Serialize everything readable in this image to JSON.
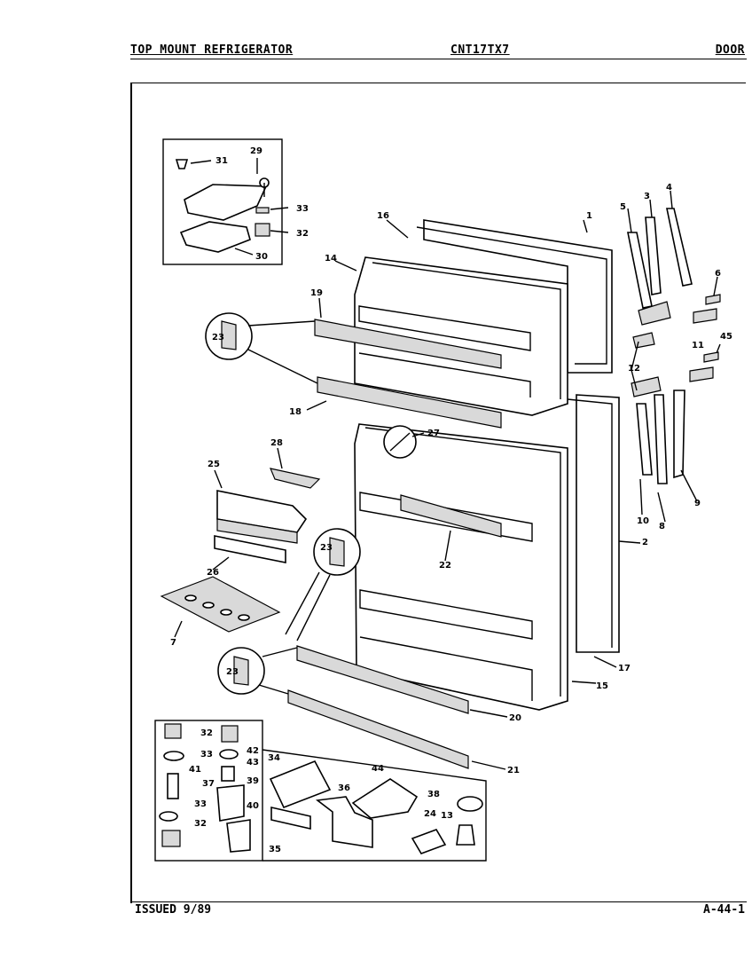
{
  "header": {
    "left": "TOP MOUNT REFRIGERATOR",
    "center": "CNT17TX7",
    "right": "DOOR"
  },
  "footer": {
    "left": "ISSUED 9/89",
    "right": "A-44-1"
  },
  "callouts": {
    "c1": "1",
    "c2": "2",
    "c3": "3",
    "c4": "4",
    "c5": "5",
    "c6": "6",
    "c7": "7",
    "c8": "8",
    "c9": "9",
    "c10": "10",
    "c11": "11",
    "c12": "12",
    "c13": "13",
    "c14": "14",
    "c15": "15",
    "c16": "16",
    "c17": "17",
    "c18": "18",
    "c19": "19",
    "c20": "20",
    "c21": "21",
    "c22": "22",
    "c23a": "23",
    "c23b": "23",
    "c23c": "23",
    "c24": "24",
    "c25": "25",
    "c26": "26",
    "c27": "27",
    "c28": "28",
    "c29": "29",
    "c30": "30",
    "c31": "31",
    "c32a": "32",
    "c32b": "32",
    "c32c": "32",
    "c33a": "33",
    "c33b": "33",
    "c33c": "33",
    "c34": "34",
    "c35": "35",
    "c36": "36",
    "c37": "37",
    "c38": "38",
    "c39": "39",
    "c40": "40",
    "c41": "41",
    "c42": "42",
    "c43": "43",
    "c44": "44",
    "c45": "45"
  }
}
